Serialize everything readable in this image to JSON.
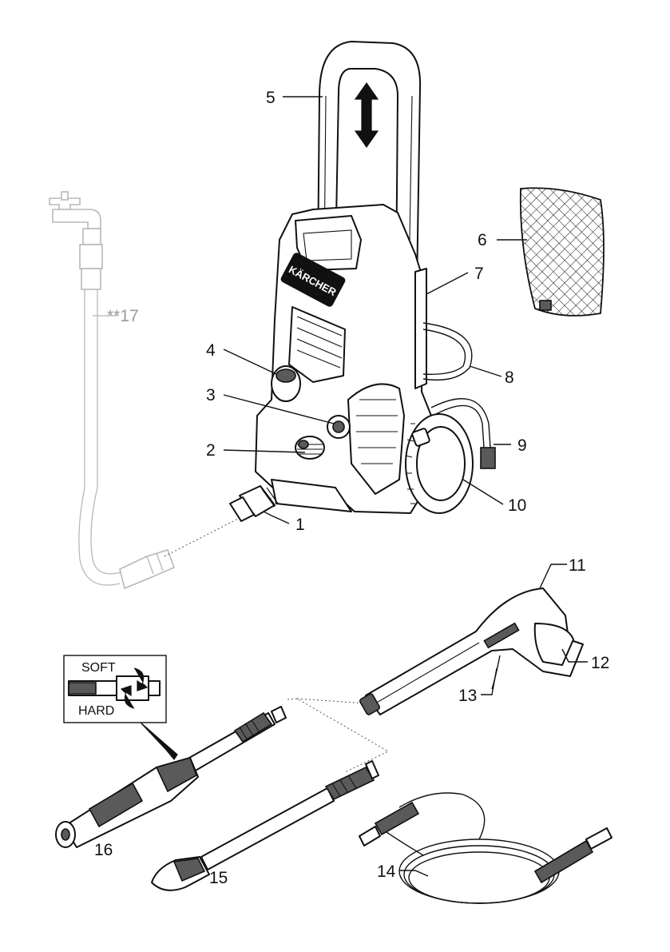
{
  "callouts": {
    "c1": "1",
    "c2": "2",
    "c3": "3",
    "c4": "4",
    "c5": "5",
    "c6": "6",
    "c7": "7",
    "c8": "8",
    "c9": "9",
    "c10": "10",
    "c11": "11",
    "c12": "12",
    "c13": "13",
    "c14": "14",
    "c15": "15",
    "c16": "16",
    "c17": "**17"
  },
  "inset": {
    "soft": "SOFT",
    "hard": "HARD"
  },
  "brand": {
    "logo_text": "KÄRCHER"
  }
}
